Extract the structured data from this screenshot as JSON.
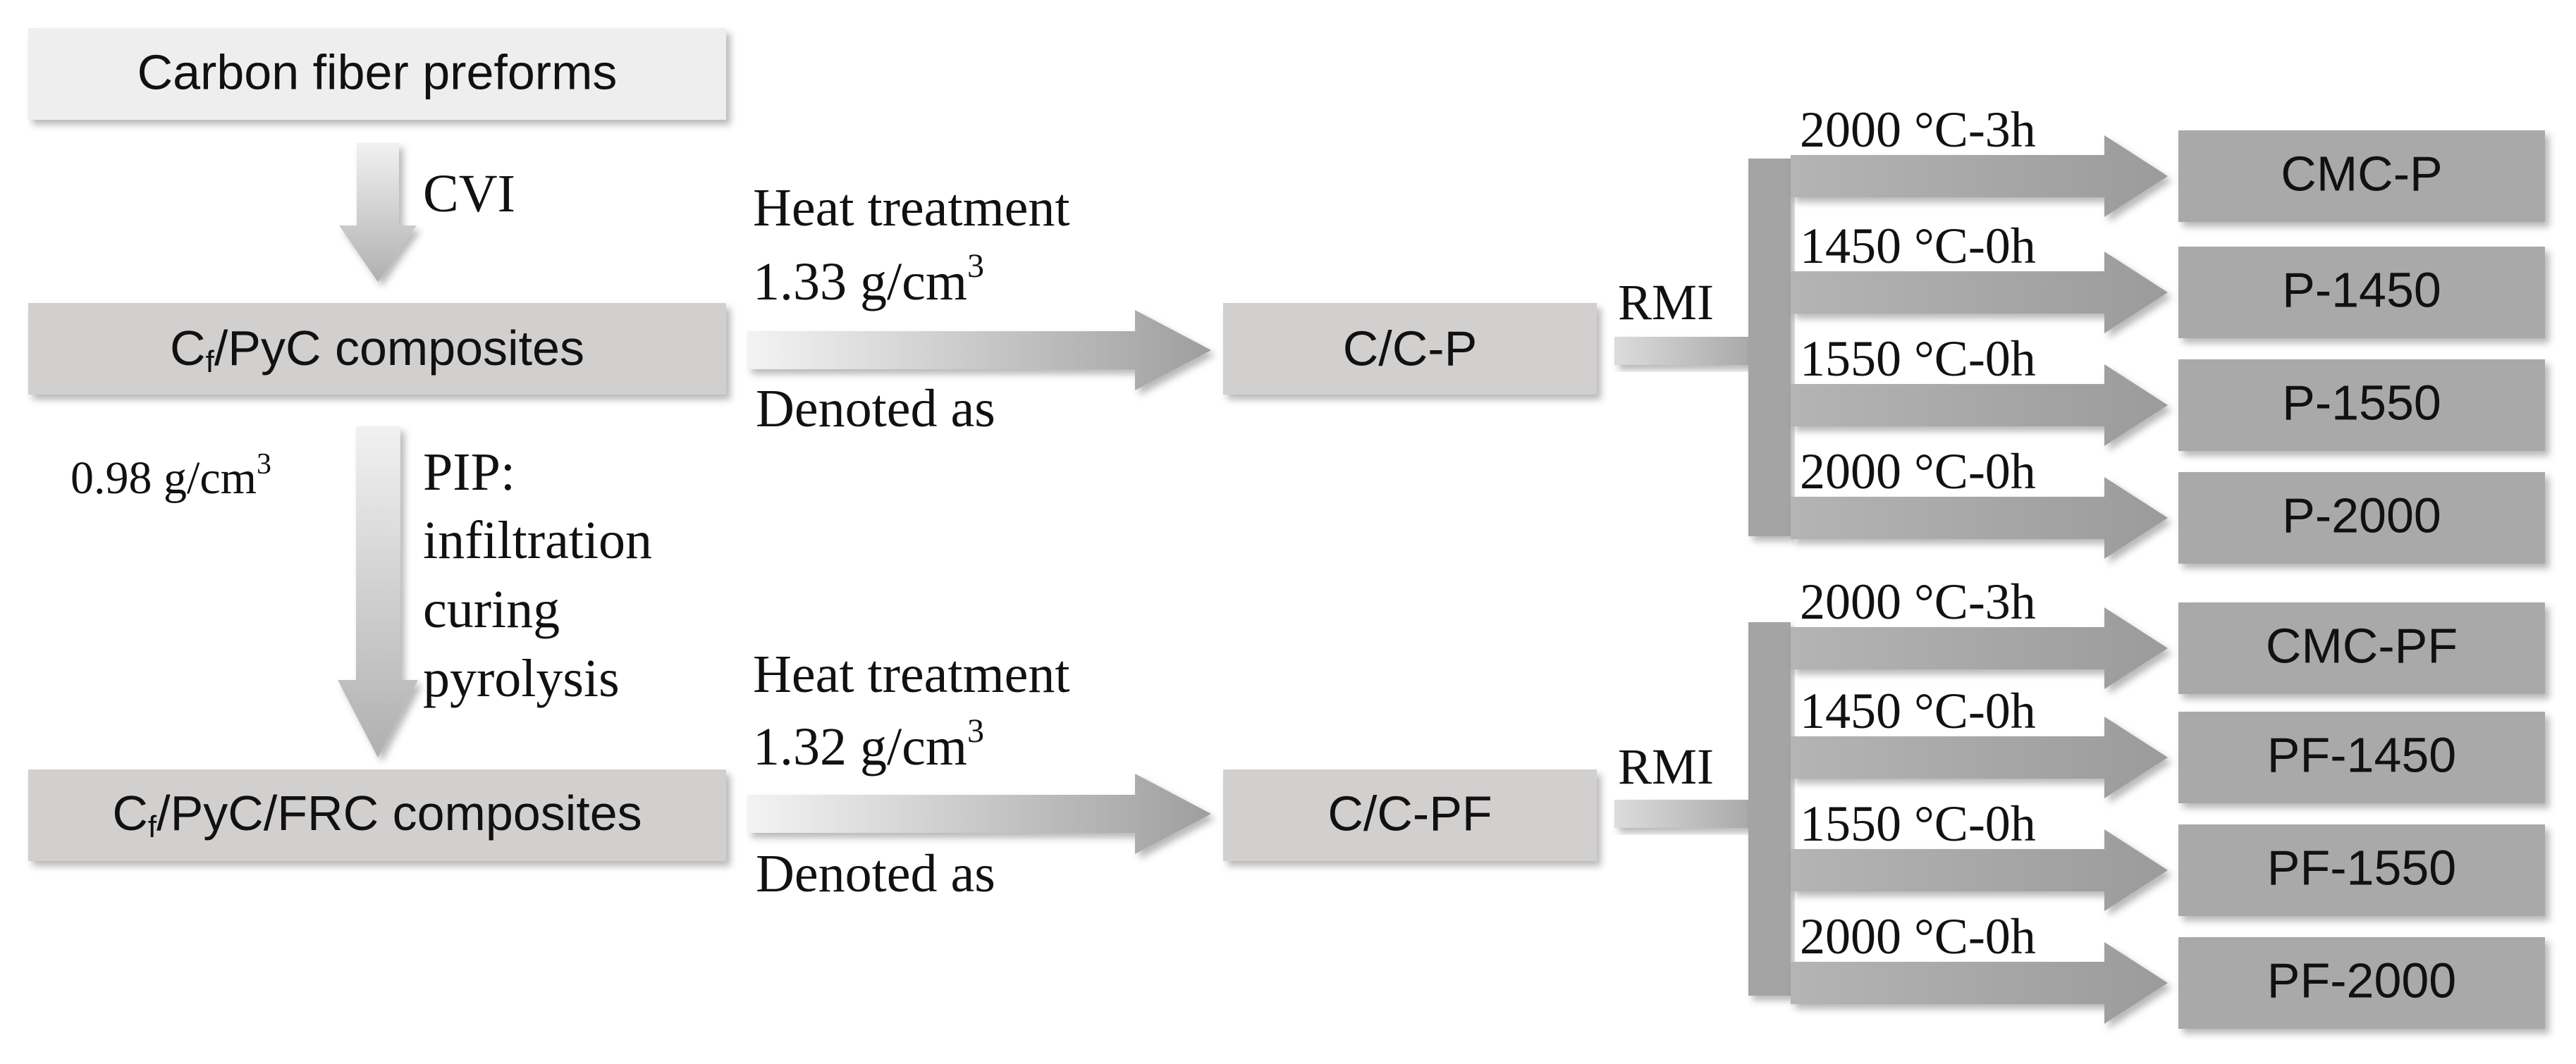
{
  "nodes": {
    "carbon_fiber_preforms": "Carbon fiber preforms",
    "cf_pyc": {
      "pre": "C",
      "sub": "f",
      "post": "/PyC composites"
    },
    "cf_pyc_frc": {
      "pre": "C",
      "sub": "f",
      "post": "/PyC/FRC composites"
    },
    "cc_p": "C/C-P",
    "cc_pf": "C/C-PF",
    "outputs_p": [
      "CMC-P",
      "P-1450",
      "P-1550",
      "P-2000"
    ],
    "outputs_pf": [
      "CMC-PF",
      "PF-1450",
      "PF-1550",
      "PF-2000"
    ]
  },
  "labels": {
    "cvi": "CVI",
    "density_cf_pyc": {
      "base": "0.98 g/cm",
      "sup": "3"
    },
    "pip_lines": [
      "PIP:",
      "infiltration",
      "curing",
      "pyrolysis"
    ],
    "heat_treatment_top": "Heat treatment",
    "density_cc_p": {
      "base": "1.33 g/cm",
      "sup": "3"
    },
    "denoted_top": "Denoted as",
    "heat_treatment_bottom": "Heat treatment",
    "density_cc_pf": {
      "base": "1.32 g/cm",
      "sup": "3"
    },
    "denoted_bottom": "Denoted as",
    "rmi_top": "RMI",
    "rmi_bottom": "RMI",
    "conditions_p": [
      "2000 °C-3h",
      "1450 °C-0h",
      "1550 °C-0h",
      "2000 °C-0h"
    ],
    "conditions_pf": [
      "2000 °C-3h",
      "1450 °C-0h",
      "1550 °C-0h",
      "2000 °C-0h"
    ]
  },
  "colors": {
    "start_box": "#eeeeee",
    "process_box": "#d2cfcf",
    "output_box": "#a9a9a9",
    "arrow_dark": "#a4a4a4",
    "text": "#111111"
  }
}
